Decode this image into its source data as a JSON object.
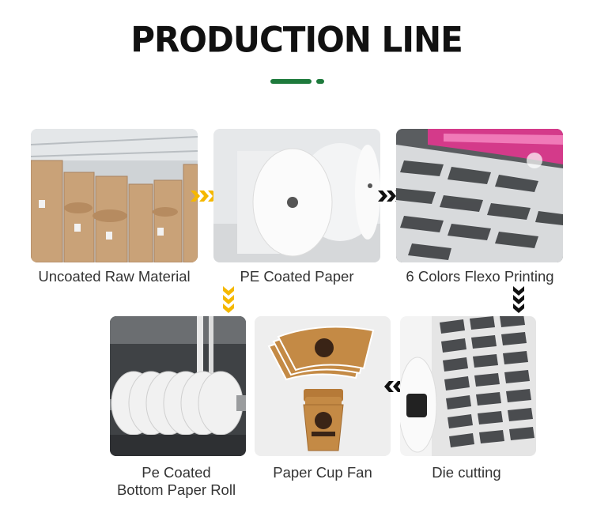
{
  "header": {
    "title": "PRODUCTION LINE"
  },
  "steps": [
    {
      "label": "Uncoated Raw Material"
    },
    {
      "label": "PE Coated Paper"
    },
    {
      "label": "6 Colors Flexo Printing"
    },
    {
      "label": "Die cutting"
    },
    {
      "label": "Paper Cup Fan"
    },
    {
      "label_line1": "Pe Coated",
      "label_line2": "Bottom Paper Roll"
    }
  ],
  "colors": {
    "accent": "#1e7a3c",
    "arrow_yellow": "#f5b800",
    "arrow_dark": "#111111"
  }
}
